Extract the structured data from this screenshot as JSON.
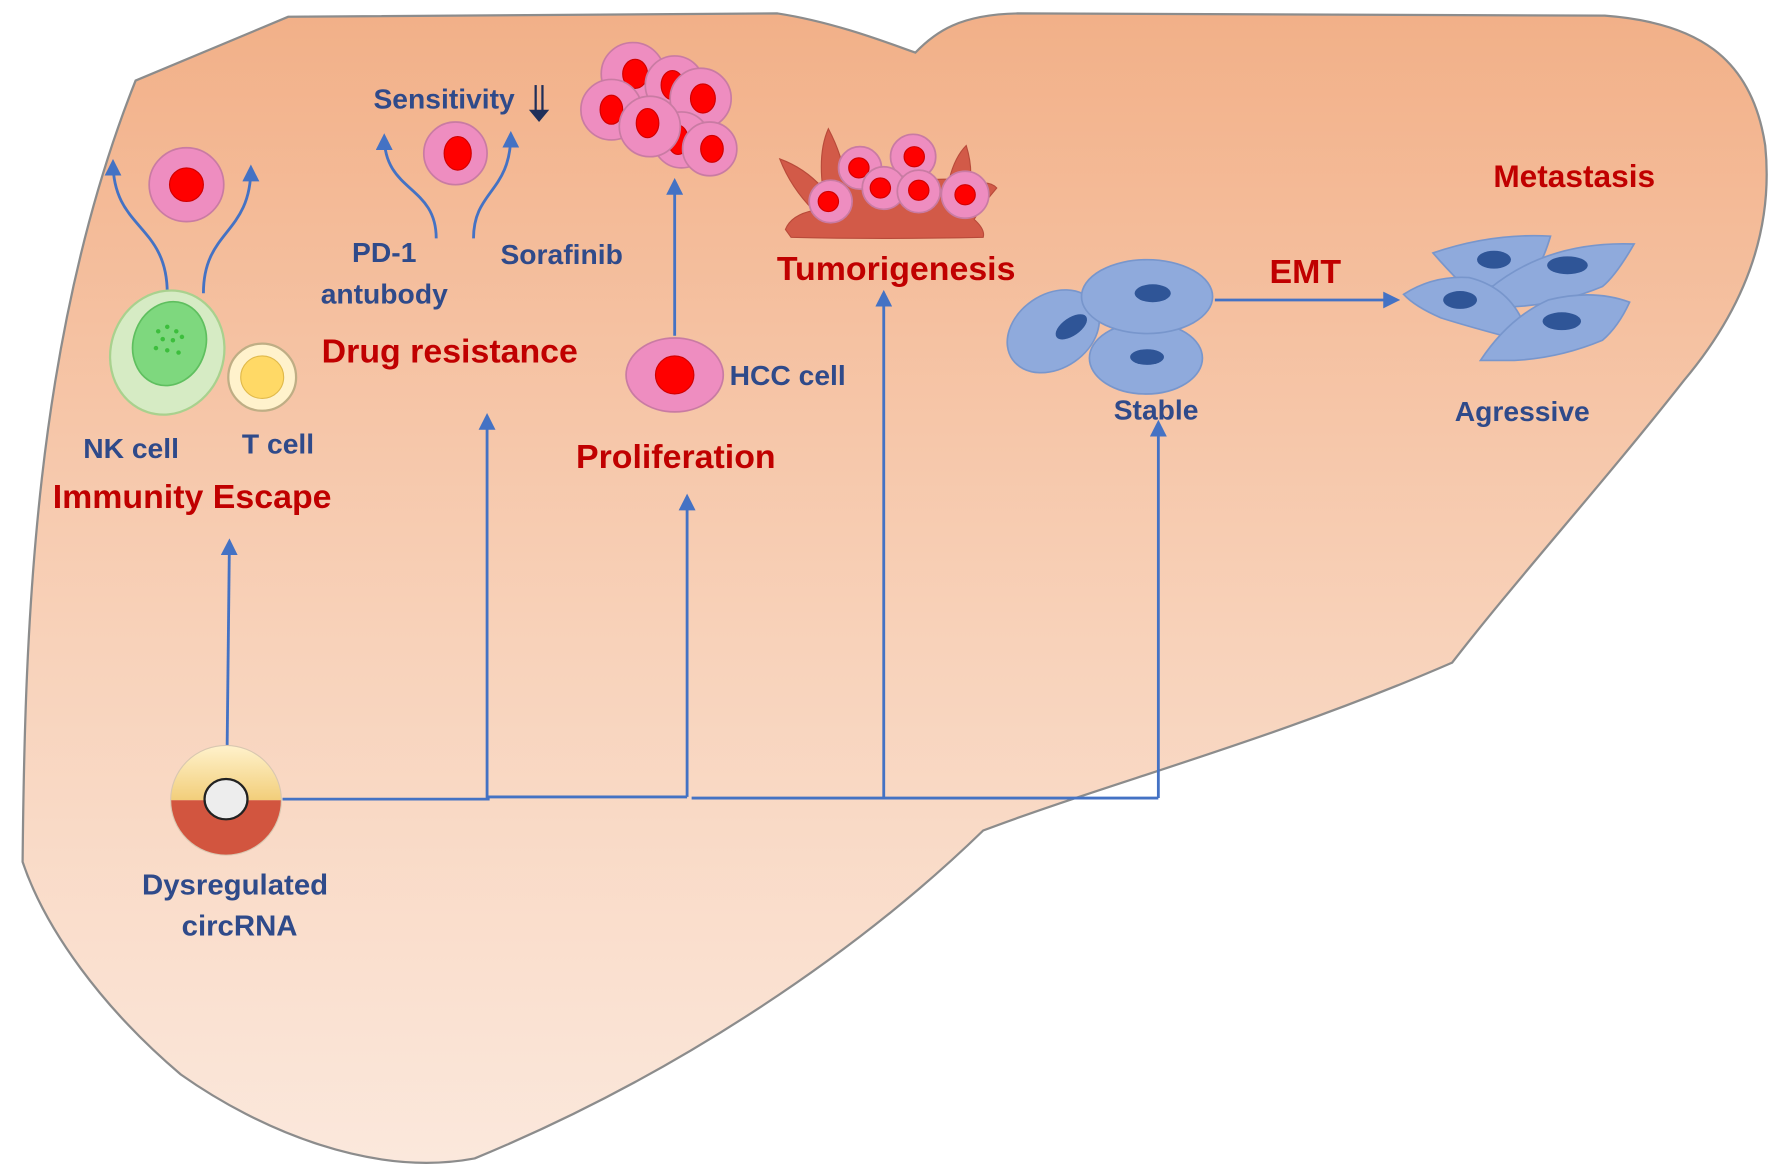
{
  "labels": {
    "sensitivity": "Sensitivity",
    "pd1": "PD-1",
    "antibody": "antubody",
    "sorafinib": "Sorafinib",
    "drug_resistance": "Drug resistance",
    "tumorigenesis": "Tumorigenesis",
    "metastasis": "Metastasis",
    "emt": "EMT",
    "hcc_cell": "HCC cell",
    "proliferation": "Proliferation",
    "stable": "Stable",
    "aggressive": "Agressive",
    "nk_cell": "NK cell",
    "t_cell": "T cell",
    "immunity_escape": "Immunity Escape",
    "dysregulated": "Dysregulated",
    "circrna": "circRNA"
  },
  "icons": {
    "sensitivity_indicator": "double-down-arrow-icon",
    "organ": "liver-outline",
    "nk_cell": "nk-cell-icon",
    "t_cell": "t-cell-icon",
    "hcc_cell": "hcc-cell-icon",
    "circrna": "circrna-icon"
  },
  "colors": {
    "process_label": "#C00000",
    "entity_label": "#2F4A8A",
    "arrow": "#4472C4",
    "liver_top": "#F2B088",
    "liver_bottom": "#FBE8DC"
  }
}
